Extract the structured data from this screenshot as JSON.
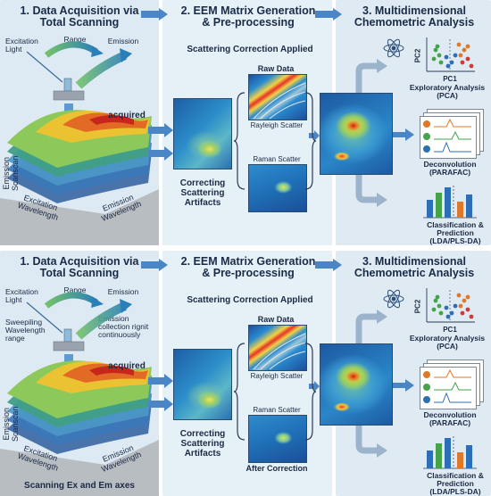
{
  "rows": [
    {
      "step1_title": "1. Data Acquisition via\nTotal Scanning",
      "step2_title": "2. EEM Matrix Generation\n& Pre-processing",
      "step3_title": "3. Multidimensional\nChemometric Analysis",
      "excitation_light": "Excitation\nLight",
      "range": "Range",
      "emission": "Emission",
      "sweep": "",
      "emission_collection": "",
      "acquired": "acquired",
      "emission_scanscan": "Emission\nScanscan",
      "excitation_wavelength": "Excitation\nWavelength",
      "emission_wavelength": "Emission\nWavelength",
      "bottom_caption": "",
      "scatter_title": "Scattering Correction Applied",
      "raw_data": "Raw Data",
      "rayleigh": "Rayleigh Scatter",
      "raman": "Raman Scatter",
      "correcting": "Correcting\nScattering\nArtifacts",
      "after_correction": "",
      "pc1": "PC1",
      "pc2": "PC2",
      "exploratory": "Exploratory Analysis\n(PCA)",
      "deconvolution": "Deconvolution\n(PARAFAC)",
      "classification": "Classification &\nPrediction\n(LDA/PLS-DA)"
    },
    {
      "step1_title": "1. Data Acquisition via\nTotal Scanning",
      "step2_title": "2. EEM Matrix Generation\n& Pre-processing",
      "step3_title": "3. Multidimensional\nChemometric Analysis",
      "excitation_light": "Excitation\nLight",
      "range": "Range",
      "emission": "Emission",
      "sweep": "Sweepiling\nWavelength\nrange",
      "emission_collection": "Emission\ncollection rignit\ncontinuously",
      "acquired": "acquired",
      "emission_scanscan": "Emission\nScanscan",
      "excitation_wavelength": "Excitation\nWavelength",
      "emission_wavelength": "Emission\nWavelength",
      "bottom_caption": "Scanning Ex and Em axes",
      "scatter_title": "Scattering Correction Applied",
      "raw_data": "Raw Data",
      "rayleigh": "Rayleigh Scatter",
      "raman": "Raman Scatter",
      "correcting": "Correcting\nScattering\nArtifacts",
      "after_correction": "After Correction",
      "pc1": "PC1",
      "pc2": "PC2",
      "exploratory": "Exploratory Analysis\n(PCA)",
      "deconvolution": "Deconvolution\n(PARAFAC)",
      "classification": "Classification &\nPrediction\n(LDA/PLS-DA)"
    }
  ],
  "colors": {
    "panel1": "#dde9f3",
    "panel2": "#e6f0f7",
    "panel3": "#dfeaf3",
    "arrow": "#4a86c5",
    "title": "#1a2b48"
  }
}
